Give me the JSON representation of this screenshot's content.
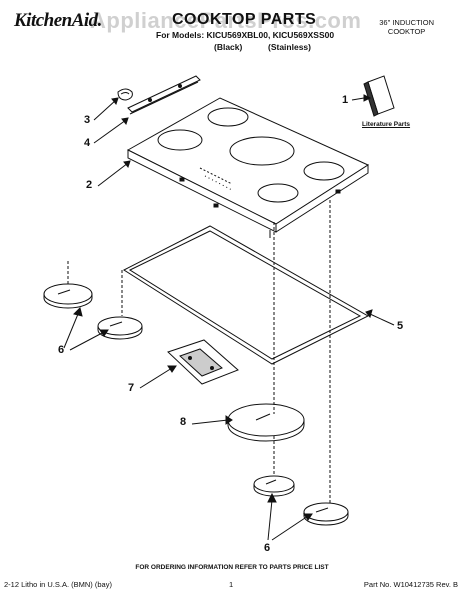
{
  "header": {
    "brand": "KitchenAid.",
    "title": "COOKTOP PARTS",
    "models": "For Models: KICU569XBL00, KICU569XSS00",
    "variant_black": "(Black)",
    "variant_stainless": "(Stainless)",
    "size_line1": "36\" INDUCTION",
    "size_line2": "COOKTOP",
    "watermark": "AppliancePartsPros.com"
  },
  "callouts": {
    "c1": "1",
    "c2": "2",
    "c3": "3",
    "c4": "4",
    "c5": "5",
    "c6a": "6",
    "c6b": "6",
    "c7": "7",
    "c8": "8"
  },
  "literature_label": "Literature Parts",
  "footer": {
    "ordering": "FOR ORDERING INFORMATION REFER TO PARTS PRICE LIST",
    "litho": "2-12 Litho in U.S.A. (BMN) (bay)",
    "page": "1",
    "part_no": "Part No. W10412735 Rev. B"
  },
  "colors": {
    "ink": "#111111",
    "watermark": "#888888"
  }
}
